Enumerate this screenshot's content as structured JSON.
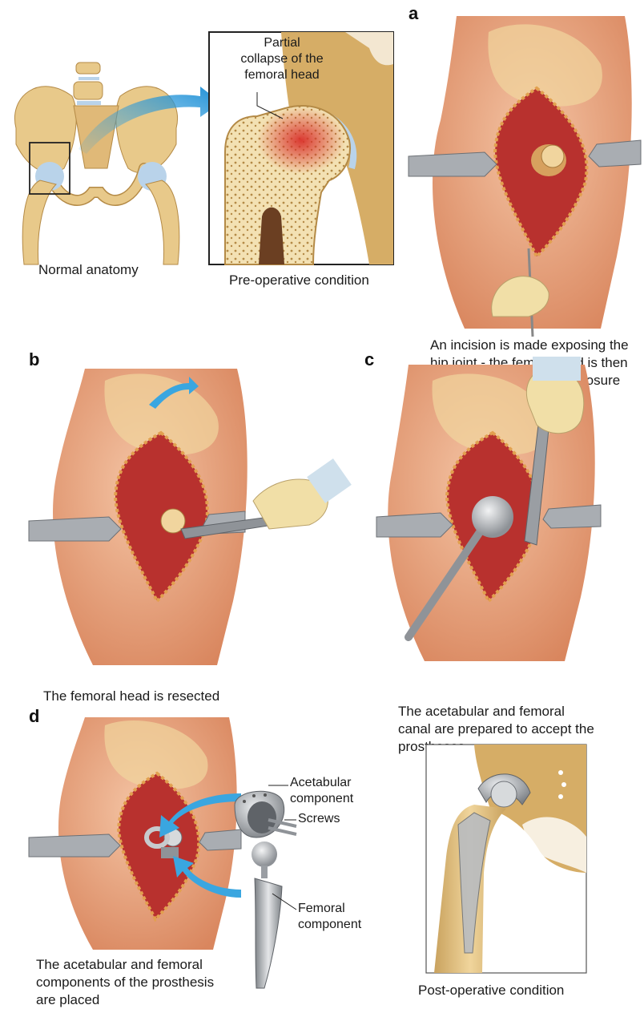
{
  "panel_letters": {
    "a": "a",
    "b": "b",
    "c": "c",
    "d": "d"
  },
  "captions": {
    "normal_anatomy": "Normal anatomy",
    "pre_operative": "Pre-operative condition",
    "step_a": [
      "An incision is made exposing the",
      "hip joint - the femorl head is then",
      "dislocated to facilitate exposure"
    ],
    "step_b": "The femoral head is resected",
    "step_c": [
      "The acetabular and femoral",
      "canal are prepared to accept the",
      "prostheses"
    ],
    "step_d": [
      "The acetabular and femoral",
      "components of the prosthesis",
      "are placed"
    ],
    "post_operative": "Post-operative condition"
  },
  "callouts": {
    "partial_collapse": [
      "Partial",
      "collapse of the",
      "femoral head"
    ],
    "acetabular_component": [
      "Acetabular",
      "component"
    ],
    "screws": "Screws",
    "femoral_component": [
      "Femoral",
      "component"
    ]
  },
  "colors": {
    "bone": "#e8c98a",
    "bone_dark": "#c9a25e",
    "skin": "#e8a07a",
    "muscle": "#b8312e",
    "metal": "#a9adb2",
    "arrow": "#3aa6e0",
    "cartilage": "#b9d3ea",
    "necrosis": "#d9302a"
  },
  "icons": [
    "pelvis-illustration",
    "femoral-head-cross-section",
    "surgical-site",
    "retractor",
    "scalpel",
    "gloved-hand",
    "reamer",
    "rasp",
    "acetabular-cup",
    "femoral-stem",
    "blue-arrow"
  ]
}
